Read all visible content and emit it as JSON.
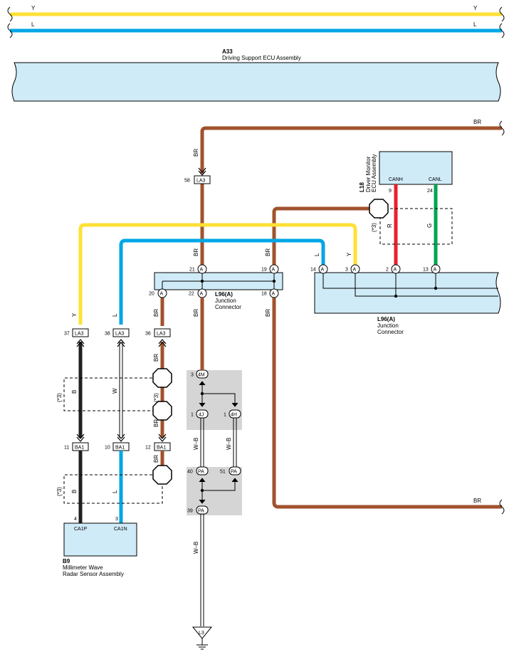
{
  "buses": {
    "top_left": "Y",
    "top_right": "Y",
    "bottom_left": "L",
    "bottom_right": "L"
  },
  "ecu_a33": {
    "code": "A33",
    "name": "Driving Support ECU Assembly"
  },
  "ecu_l18": {
    "code": "L18",
    "name_line1": "Driver Monitor",
    "name_line2": "ECU Assembly",
    "pin_canh_label": "CANH",
    "pin_canl_label": "CANL",
    "pin_canh": "9",
    "pin_canl": "24"
  },
  "jc_left": {
    "code": "L96(A)",
    "name_line1": "Junction",
    "name_line2": "Connector",
    "pins": {
      "p21": "21",
      "p19": "19",
      "p20": "20",
      "p22": "22",
      "p18": "18"
    },
    "conn_letter": "A"
  },
  "jc_right": {
    "code": "L96(A)",
    "name_line1": "Junction",
    "name_line2": "Connector",
    "pins": {
      "p14": "14",
      "p3": "3",
      "p2": "2",
      "p13": "13"
    },
    "conn_letter": "A"
  },
  "sensor_b9": {
    "code": "B9",
    "name_line1": "Millimeter Wave",
    "name_line2": "Radar Sensor Assembly",
    "pin_p_label": "CA1P",
    "pin_n_label": "CA1N",
    "pin_p": "4",
    "pin_n": "3"
  },
  "connectors": {
    "la3": "LA3",
    "ba1": "BA1",
    "c4m": "4M",
    "c4j": "4J",
    "c4h": "4H",
    "pa": "PA",
    "l3": "L3"
  },
  "connector_pins": {
    "la3_top": "58",
    "la3_y": "37",
    "la3_l": "38",
    "la3_br": "36",
    "ba1_b": "11",
    "ba1_w": "10",
    "ba1_br": "12",
    "c4m": "3",
    "c4j": "1",
    "c4h": "1",
    "pa40": "40",
    "pa51": "51",
    "pa39": "39"
  },
  "wire_labels": {
    "br": "BR",
    "y": "Y",
    "l": "L",
    "r": "R",
    "g": "G",
    "b": "B",
    "w": "W",
    "wb": "W–B"
  },
  "shield_note": "(*3)",
  "colors": {
    "yellow": "#ffe135",
    "blue": "#00a6e6",
    "brown": "#a0522d",
    "red": "#e8212b",
    "green": "#00a651",
    "black": "#231f20",
    "box_fill": "#cfebf7",
    "gray_fill": "#d5d5d5"
  }
}
